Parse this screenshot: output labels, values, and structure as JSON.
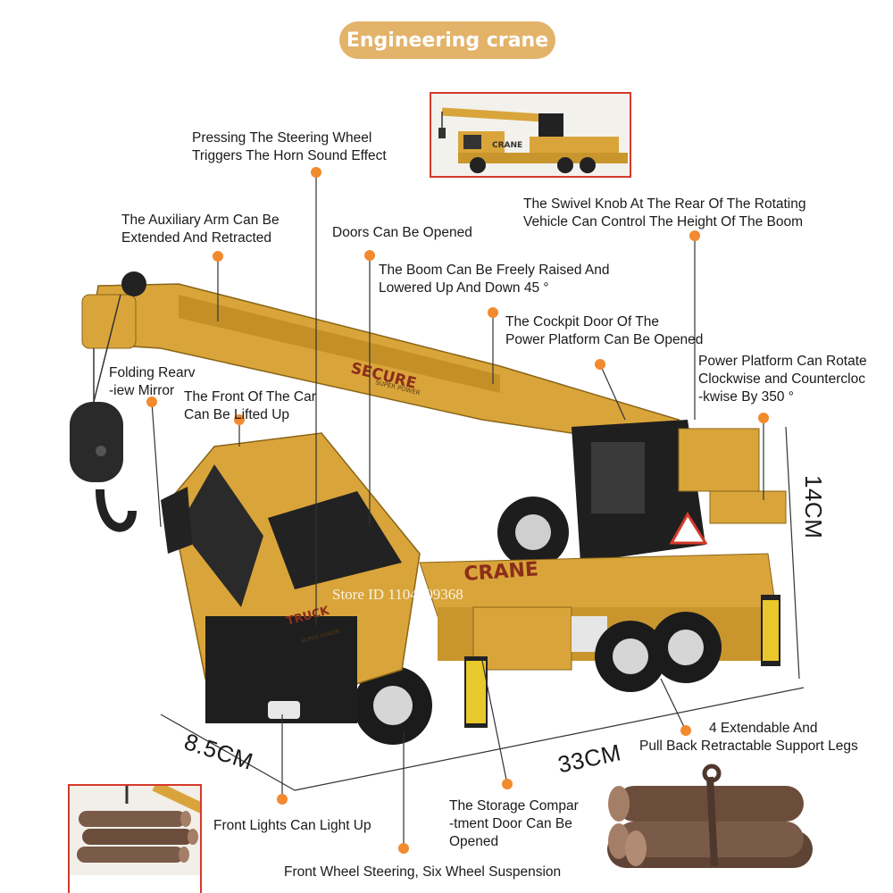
{
  "title": "Engineering crane",
  "labels": {
    "horn": [
      "Pressing The Steering Wheel",
      "Triggers The Horn Sound Effect"
    ],
    "aux_arm": [
      "The Auxiliary Arm Can Be",
      "Extended And Retracted"
    ],
    "doors": [
      "Doors Can Be Opened"
    ],
    "boom": [
      "The Boom Can Be Freely Raised And",
      "Lowered Up And Down 45 °"
    ],
    "swivel": [
      "The Swivel Knob At The Rear Of The Rotating",
      "Vehicle Can Control The Height Of The Boom"
    ],
    "cockpit": [
      "The Cockpit Door Of The",
      "Power Platform Can Be Opened"
    ],
    "mirror": [
      "Folding Rearv",
      "-iew Mirror"
    ],
    "front_lift": [
      "The Front Of The Car",
      "Can Be Lifted Up"
    ],
    "platform": [
      "Power Platform Can Rotate",
      "Clockwise and Countercloc",
      "-kwise By 350 °"
    ],
    "legs": [
      "4 Extendable And",
      "Pull Back Retractable Support Legs"
    ],
    "storage": [
      "The Storage Compar",
      "-tment Door Can Be",
      "Opened"
    ],
    "lights": [
      "Front Lights Can Light Up"
    ],
    "steering": [
      "Front Wheel Steering, Six Wheel Suspension"
    ]
  },
  "dimensions": {
    "height": "14CM",
    "width": "8.5CM",
    "length": "33CM"
  },
  "truck_text": {
    "boom": "SECURE",
    "boom_sub": "SUPER POWER",
    "body": "CRANE",
    "door": "TRUCK",
    "door_sub": "SUPER POWER",
    "thumb": "CRANE"
  },
  "watermark": "Store ID 1104409368",
  "colors": {
    "accent": "#e3b36a",
    "dot": "#f28a2e",
    "truck_yellow": "#d9a53a",
    "frame": "#d43a2a"
  }
}
